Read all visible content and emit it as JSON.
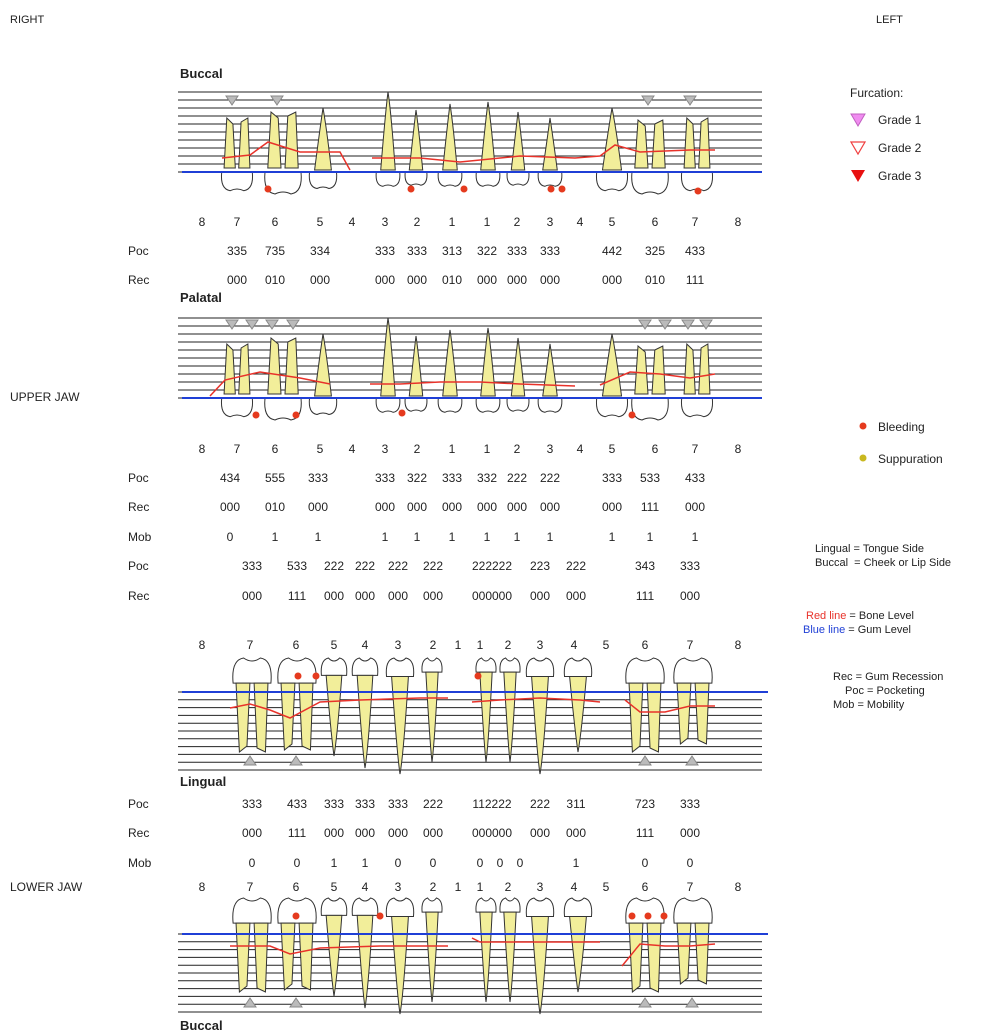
{
  "corners": {
    "right": "RIGHT",
    "left": "LEFT"
  },
  "jaws": {
    "upper": "UPPER JAW",
    "lower": "LOWER JAW"
  },
  "sections": {
    "upper_buccal": "Buccal",
    "upper_palatal": "Palatal",
    "lower_lingual": "Lingual",
    "lower_buccal": "Buccal"
  },
  "tooth_numbers": [
    "8",
    "7",
    "6",
    "5",
    "4",
    "3",
    "2",
    "1",
    "1",
    "2",
    "3",
    "4",
    "5",
    "6",
    "7",
    "8"
  ],
  "upper_buccal_rows": {
    "poc_label": "Poc",
    "poc": [
      "335",
      "735",
      "334",
      "333",
      "333",
      "313",
      "322",
      "333",
      "333",
      "442",
      "325",
      "433"
    ],
    "rec_label": "Rec",
    "rec": [
      "000",
      "010",
      "000",
      "000",
      "000",
      "010",
      "000",
      "000",
      "000",
      "000",
      "010",
      "111"
    ]
  },
  "upper_palatal_rows": {
    "poc_label": "Poc",
    "poc": [
      "434",
      "555",
      "333",
      "333",
      "322",
      "333",
      "332",
      "222",
      "222",
      "333",
      "533",
      "433"
    ],
    "rec_label": "Rec",
    "rec": [
      "000",
      "010",
      "000",
      "000",
      "000",
      "000",
      "000",
      "000",
      "000",
      "000",
      "111",
      "000"
    ],
    "mob_label": "Mob",
    "mob": [
      "0",
      "1",
      "1",
      "1",
      "1",
      "1",
      "1",
      "1",
      "1",
      "1",
      "1",
      "1"
    ]
  },
  "lower_lingual_top_rows": {
    "poc_label": "Poc",
    "poc": [
      "333",
      "533",
      "222",
      "222",
      "222",
      "222",
      "222222",
      "223",
      "222",
      "343",
      "333"
    ],
    "rec_label": "Rec",
    "rec": [
      "000",
      "111",
      "000",
      "000",
      "000",
      "000",
      "000000",
      "000",
      "000",
      "111",
      "000"
    ]
  },
  "lower_lingual_rows": {
    "poc_label": "Poc",
    "poc": [
      "333",
      "433",
      "333",
      "333",
      "333",
      "222",
      "112222",
      "222",
      "311",
      "723",
      "333"
    ],
    "rec_label": "Rec",
    "rec": [
      "000",
      "111",
      "000",
      "000",
      "000",
      "000",
      "000000",
      "000",
      "000",
      "111",
      "000"
    ],
    "mob_label": "Mob",
    "mob": [
      "0",
      "0",
      "1",
      "1",
      "0",
      "0",
      "0",
      "0",
      "0",
      "1",
      "0",
      "0"
    ]
  },
  "legend": {
    "furcation_title": "Furcation:",
    "grade1": "Grade 1",
    "grade2": "Grade 2",
    "grade3": "Grade 3",
    "bleeding": "Bleeding",
    "suppuration": "Suppuration",
    "lingual_def": "Lingual = Tongue Side",
    "buccal_def": "Buccal  = Cheek or Lip Side",
    "red_line_label": "Red line",
    "red_line_def": " = Bone Level",
    "blue_line_label": "Blue line",
    "blue_line_def": " = Gum Level",
    "rec_def": "Rec = Gum Recession",
    "poc_def": "Poc = Pocketing",
    "mob_def": "Mob = Mobility"
  },
  "colors": {
    "bone_line": "#e8322a",
    "gum_line": "#1f3fd6",
    "tooth_fill": "#f2ee9a",
    "bleeding": "#e53a1e",
    "suppuration": "#c9b820",
    "grade1": "#f08cf0",
    "grade2": "#f04040",
    "grade3": "#e81010"
  }
}
